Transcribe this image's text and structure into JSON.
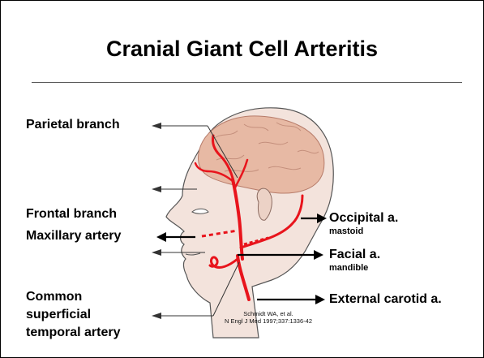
{
  "slide": {
    "title": "Cranial Giant Cell Arteritis"
  },
  "labels": {
    "parietal": "Parietal branch",
    "frontal": "Frontal branch",
    "maxillary": "Maxillary artery",
    "common_1": "Common",
    "common_2": "superficial",
    "common_3": "temporal artery",
    "occipital": "Occipital a.",
    "mastoid": "mastoid",
    "facial": "Facial a.",
    "mandible": "mandible",
    "external": "External carotid a."
  },
  "citation": {
    "line1": "Schmidt WA, et al.",
    "line2": "N Engl J Med 1997;337:1336-42"
  },
  "colors": {
    "artery": "#e8141c",
    "brain": "#e7b9a4",
    "skin": "#f3e3dc",
    "outline": "#555555"
  }
}
